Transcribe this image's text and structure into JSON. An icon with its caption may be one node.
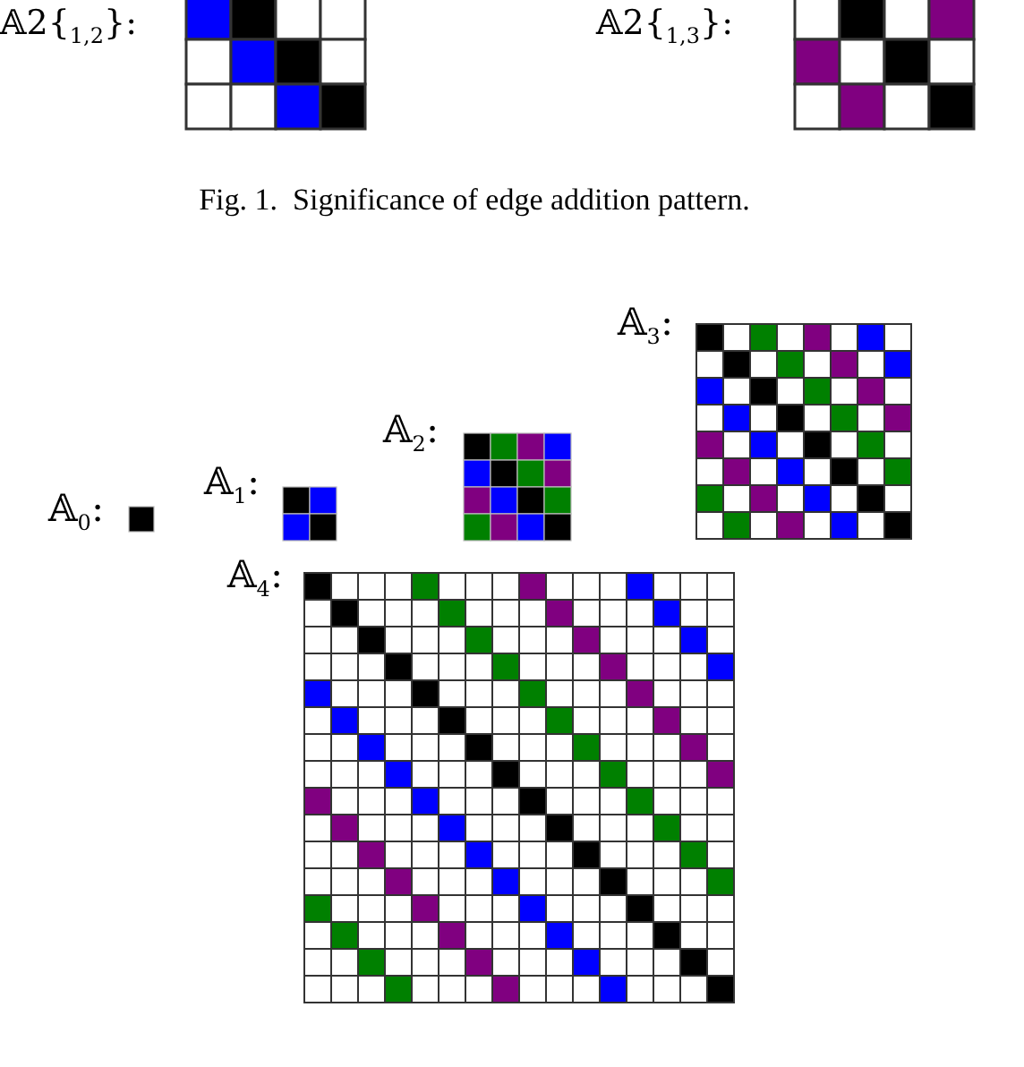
{
  "diagram": {
    "caption": "Fig. 1.  Significance of edge addition pattern.",
    "nodes": [
      {
        "text": [
          "𝔸2{$_{1,2}$}:"
        ]
      },
      {
        "text": [
          "𝔸2{$_{1,3}$}:"
        ]
      },
      {
        "text": [
          "𝔸$_{0}$:"
        ]
      },
      {
        "text": [
          "𝔸$_{1}$:"
        ]
      },
      {
        "text": [
          "𝔸$_{2}$:"
        ]
      },
      {
        "text": [
          "𝔸$_{3}$:"
        ]
      },
      {
        "text": [
          "𝔸$_{4}$:"
        ]
      }
    ]
  }
}
